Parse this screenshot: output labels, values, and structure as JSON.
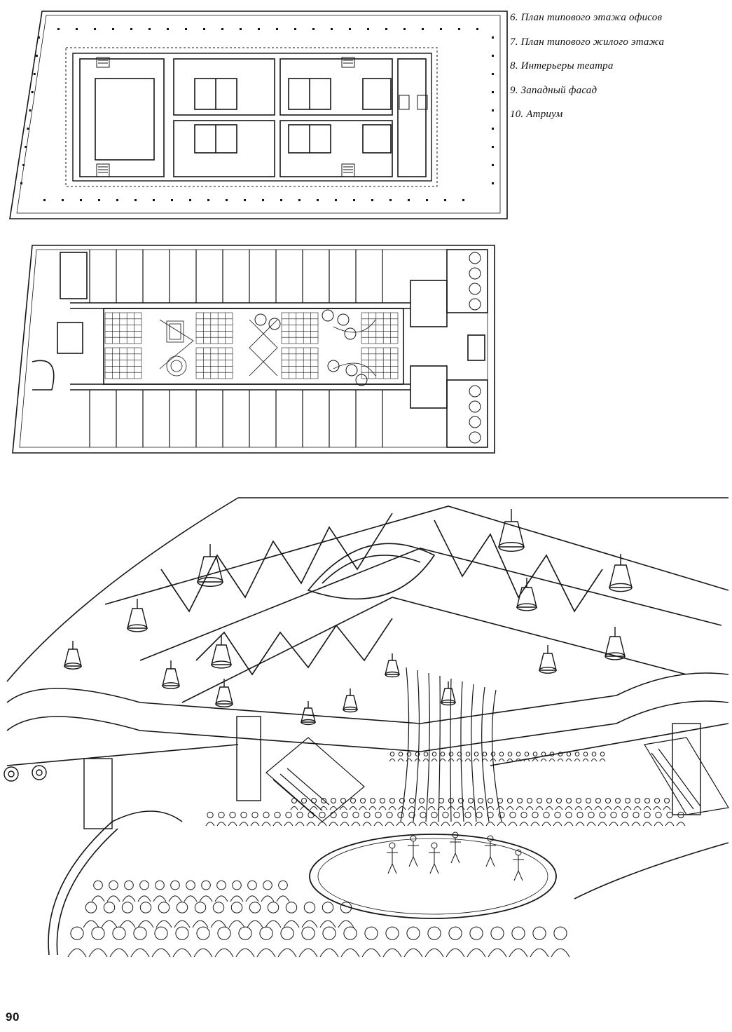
{
  "captions": [
    "6. План типового этажа офисов",
    "7. План типового жилого этажа",
    "8. Интерьеры театра",
    "9. Западный фасад",
    "10. Атриум"
  ],
  "page_number": "90",
  "colors": {
    "ink": "#151515",
    "paper": "#ffffff"
  }
}
